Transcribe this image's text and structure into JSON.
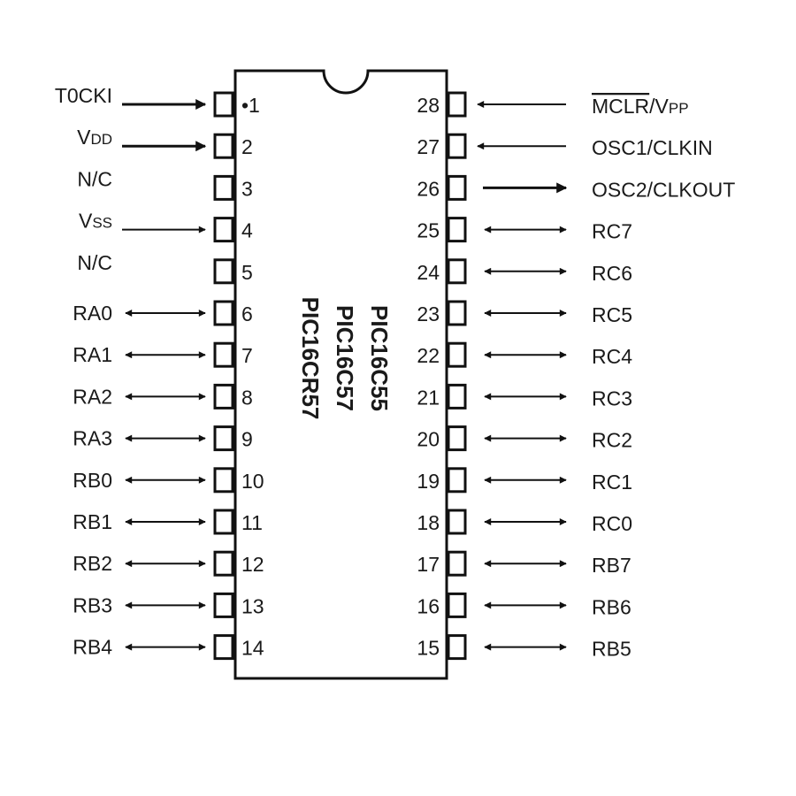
{
  "part_names": [
    "PIC16C55",
    "PIC16C57",
    "PIC16CR57"
  ],
  "pins_left": [
    {
      "num": "1",
      "dot": "•",
      "name": "T0CKI",
      "sub": "",
      "dir": "in"
    },
    {
      "num": "2",
      "name": "V",
      "sub": "DD",
      "dir": "in"
    },
    {
      "num": "3",
      "name": "N/C",
      "sub": "",
      "dir": "none"
    },
    {
      "num": "4",
      "name": "V",
      "sub": "SS",
      "dir": "in"
    },
    {
      "num": "5",
      "name": "N/C",
      "sub": "",
      "dir": "none"
    },
    {
      "num": "6",
      "name": "RA0",
      "sub": "",
      "dir": "bi"
    },
    {
      "num": "7",
      "name": "RA1",
      "sub": "",
      "dir": "bi"
    },
    {
      "num": "8",
      "name": "RA2",
      "sub": "",
      "dir": "bi"
    },
    {
      "num": "9",
      "name": "RA3",
      "sub": "",
      "dir": "bi"
    },
    {
      "num": "10",
      "name": "RB0",
      "sub": "",
      "dir": "bi"
    },
    {
      "num": "11",
      "name": "RB1",
      "sub": "",
      "dir": "bi"
    },
    {
      "num": "12",
      "name": "RB2",
      "sub": "",
      "dir": "bi"
    },
    {
      "num": "13",
      "name": "RB3",
      "sub": "",
      "dir": "bi"
    },
    {
      "num": "14",
      "name": "RB4",
      "sub": "",
      "dir": "bi"
    }
  ],
  "pins_right": [
    {
      "num": "28",
      "over": "MCLR",
      "name": "/V",
      "sub": "PP",
      "dir": "in"
    },
    {
      "num": "27",
      "name": "OSC1/CLKIN",
      "sub": "",
      "dir": "in"
    },
    {
      "num": "26",
      "name": "OSC2/CLKOUT",
      "sub": "",
      "dir": "out"
    },
    {
      "num": "25",
      "name": "RC7",
      "sub": "",
      "dir": "bi"
    },
    {
      "num": "24",
      "name": "RC6",
      "sub": "",
      "dir": "bi"
    },
    {
      "num": "23",
      "name": "RC5",
      "sub": "",
      "dir": "bi"
    },
    {
      "num": "22",
      "name": "RC4",
      "sub": "",
      "dir": "bi"
    },
    {
      "num": "21",
      "name": "RC3",
      "sub": "",
      "dir": "bi"
    },
    {
      "num": "20",
      "name": "RC2",
      "sub": "",
      "dir": "bi"
    },
    {
      "num": "19",
      "name": "RC1",
      "sub": "",
      "dir": "bi"
    },
    {
      "num": "18",
      "name": "RC0",
      "sub": "",
      "dir": "bi"
    },
    {
      "num": "17",
      "name": "RB7",
      "sub": "",
      "dir": "bi"
    },
    {
      "num": "16",
      "name": "RB6",
      "sub": "",
      "dir": "bi"
    },
    {
      "num": "15",
      "name": "RB5",
      "sub": "",
      "dir": "bi"
    }
  ]
}
